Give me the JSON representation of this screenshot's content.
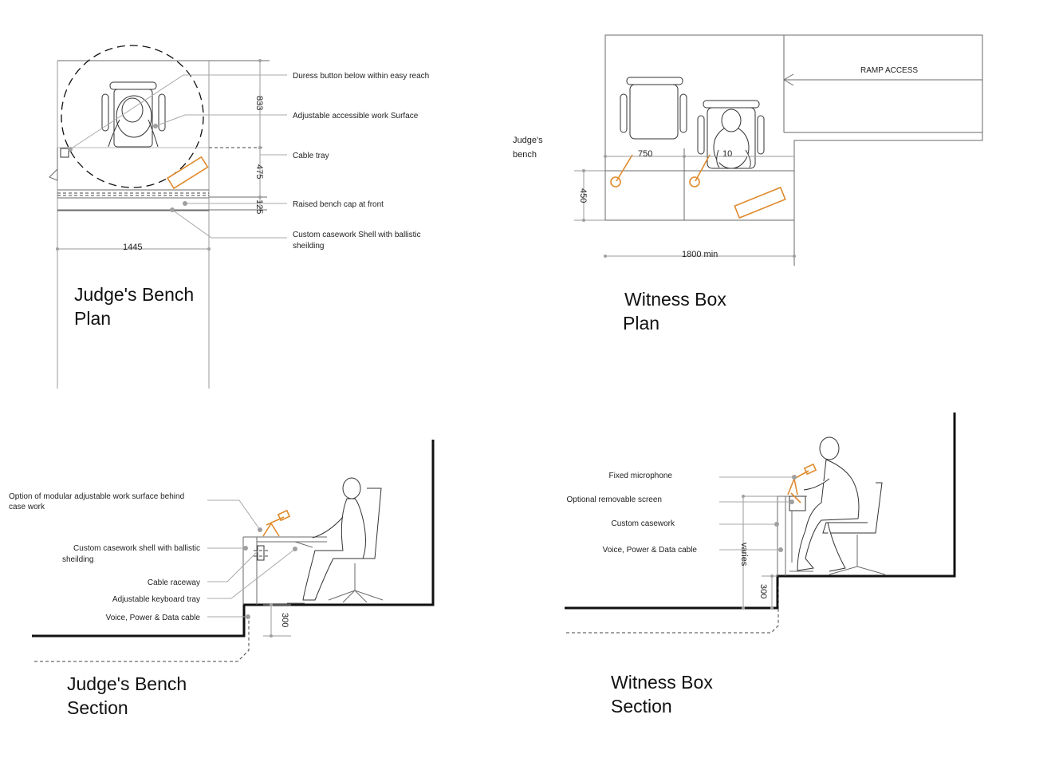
{
  "judge_plan": {
    "title_line1": "Judge's Bench",
    "title_line2": "Plan",
    "labels": [
      "Duress button below within easy reach",
      "Adjustable accessible work Surface",
      "Cable tray",
      "Raised bench cap at front",
      "Custom casework Shell with ballistic",
      "sheilding"
    ],
    "dims": {
      "d833": "833",
      "d475": "475",
      "d125": "125",
      "d1445": "1445"
    }
  },
  "witness_plan": {
    "title_line1": "Witness Box",
    "title_line2": "Plan",
    "judges_bench_line1": "Judge's",
    "judges_bench_line2": "bench",
    "ramp": "RAMP ACCESS",
    "dims": {
      "d750": "750",
      "d10": "10",
      "d450": "450",
      "d1800": "1800 min"
    }
  },
  "judge_section": {
    "title_line1": "Judge's Bench",
    "title_line2": "Section",
    "labels": [
      "Option of modular adjustable work surface behind",
      "case work",
      "Custom casework shell with ballistic",
      "sheilding",
      "Cable raceway",
      "Adjustable keyboard tray",
      "Voice, Power & Data cable"
    ],
    "dims": {
      "d300": "300"
    }
  },
  "witness_section": {
    "title_line1": "Witness Box",
    "title_line2": "Section",
    "labels": [
      "Fixed microphone",
      "Optional removable screen",
      "Custom casework",
      "Voice, Power & Data cable"
    ],
    "dims": {
      "varies": "varies",
      "d300": "300"
    }
  },
  "colors": {
    "microphone": "#e08a2c",
    "line": "#111111"
  }
}
